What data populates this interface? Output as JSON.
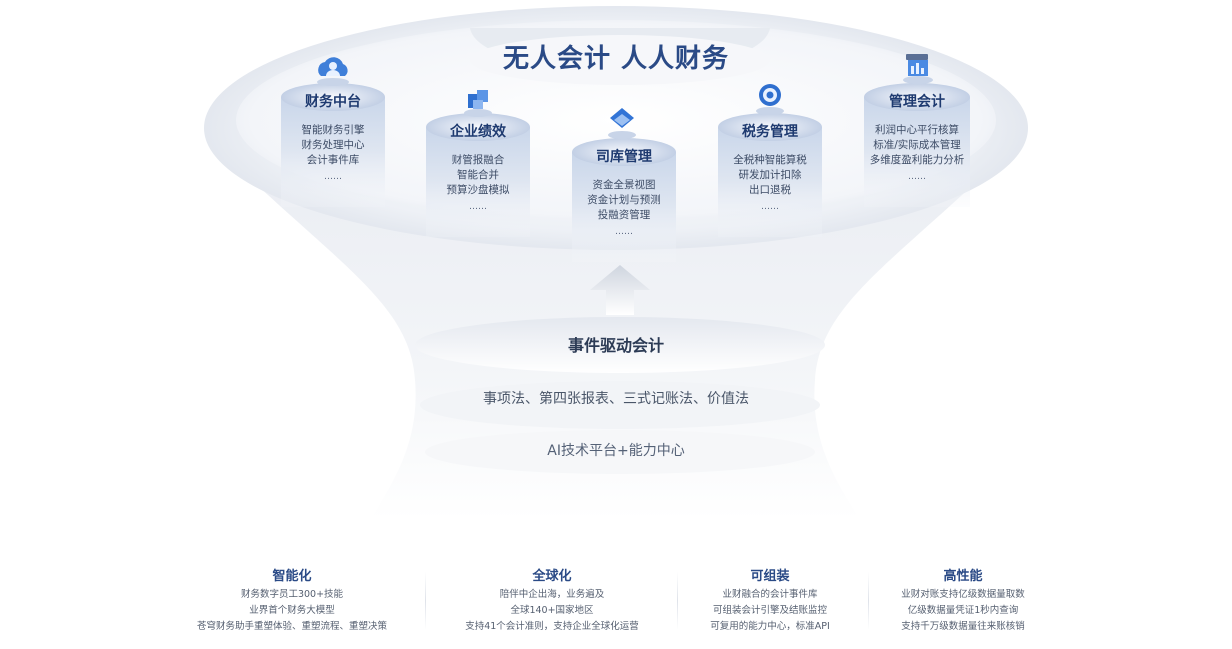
{
  "title": "无人会计 人人财务",
  "modules": [
    {
      "id": "finance",
      "icon": "cloud-person-icon",
      "title": "财务中台",
      "items": [
        "智能财务引擎",
        "财务处理中心",
        "会计事件库"
      ],
      "ellipsis": "……"
    },
    {
      "id": "performance",
      "icon": "building-blocks-icon",
      "title": "企业绩效",
      "items": [
        "财管报融合",
        "智能合并",
        "预算沙盘模拟"
      ],
      "ellipsis": "……"
    },
    {
      "id": "treasury",
      "icon": "diamond-stack-icon",
      "title": "司库管理",
      "items": [
        "资金全景视图",
        "资金计划与预测",
        "投融资管理"
      ],
      "ellipsis": "……"
    },
    {
      "id": "tax",
      "icon": "target-icon",
      "title": "税务管理",
      "items": [
        "全税种智能算税",
        "研发加计扣除",
        "出口退税"
      ],
      "ellipsis": "……"
    },
    {
      "id": "management",
      "icon": "chart-cube-icon",
      "title": "管理会计",
      "items": [
        "利润中心平行核算",
        "标准/实际成本管理",
        "多维度盈利能力分析"
      ],
      "ellipsis": "……"
    }
  ],
  "layers": {
    "event": "事件驱动会计",
    "methods": "事项法、第四张报表、三式记账法、价值法",
    "ai": "AI技术平台+能力中心"
  },
  "features": [
    {
      "title": "智能化",
      "lines": [
        "财务数字员工300+技能",
        "业界首个财务大模型",
        "苍穹财务助手重塑体验、重塑流程、重塑决策"
      ]
    },
    {
      "title": "全球化",
      "lines": [
        "陪伴中企出海，业务遍及",
        "全球140+国家地区",
        "支持41个会计准则，支持企业全球化运营"
      ]
    },
    {
      "title": "可组装",
      "lines": [
        "业财融合的会计事件库",
        "可组装会计引擎及结账监控",
        "可复用的能力中心，标准API"
      ]
    },
    {
      "title": "高性能",
      "lines": [
        "业财对账支持亿级数据量取数",
        "亿级数据量凭证1秒内查询",
        "支持千万级数据量往来账核销"
      ]
    }
  ]
}
